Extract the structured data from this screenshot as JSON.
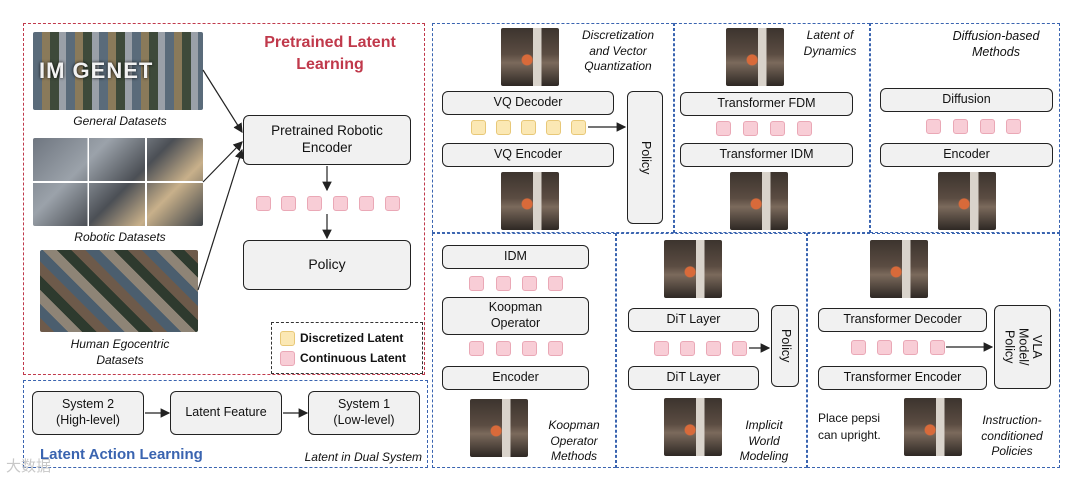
{
  "left": {
    "title_line1": "Pretrained Latent",
    "title_line2": "Learning",
    "imagenet_label": "IM GENET",
    "datasets": [
      {
        "label": "General Datasets"
      },
      {
        "label": "Robotic Datasets"
      },
      {
        "label_line1": "Human Egocentric",
        "label_line2": "Datasets"
      }
    ],
    "encoder_line1": "Pretrained Robotic",
    "encoder_line2": "Encoder",
    "policy": "Policy"
  },
  "legend": {
    "discretized": "Discretized Latent",
    "continuous": "Continuous Latent",
    "colors": {
      "discretized": "#fbe8b4",
      "continuous": "#f8cdd6"
    }
  },
  "dual": {
    "title": "Latent Action Learning",
    "subtitle": "Latent in Dual System",
    "system2_line1": "System 2",
    "system2_line2": "(High-level)",
    "latent_feature": "Latent Feature",
    "system1_line1": "System 1",
    "system1_line2": "(Low-level)"
  },
  "vq": {
    "caption_line1": "Discretization",
    "caption_line2": "and Vector",
    "caption_line3": "Quantization",
    "decoder": "VQ Decoder",
    "encoder": "VQ Encoder",
    "policy": "Policy"
  },
  "dynamics": {
    "caption_line1": "Latent of",
    "caption_line2": "Dynamics",
    "fdm": "Transformer FDM",
    "idm": "Transformer IDM"
  },
  "diffusion": {
    "caption_line1": "Diffusion-based",
    "caption_line2": "Methods",
    "diffusion": "Diffusion",
    "encoder": "Encoder"
  },
  "koopman": {
    "idm": "IDM",
    "operator_line1": "Koopman",
    "operator_line2": "Operator",
    "encoder": "Encoder",
    "caption_line1": "Koopman",
    "caption_line2": "Operator",
    "caption_line3": "Methods"
  },
  "implicit": {
    "dit1": "DiT Layer",
    "dit2": "DiT Layer",
    "policy": "Policy",
    "caption_line1": "Implicit",
    "caption_line2": "World",
    "caption_line3": "Modeling"
  },
  "instruction": {
    "decoder": "Transformer Decoder",
    "encoder": "Transformer Encoder",
    "vla_line1": "VLA",
    "vla_line2": "Model/",
    "vla_line3": "Policy",
    "instruction_line1": "Place pepsi",
    "instruction_line2": "can upright.",
    "caption_line1": "Instruction-",
    "caption_line2": "conditioned",
    "caption_line3": "Policies"
  },
  "watermark": "大数据"
}
